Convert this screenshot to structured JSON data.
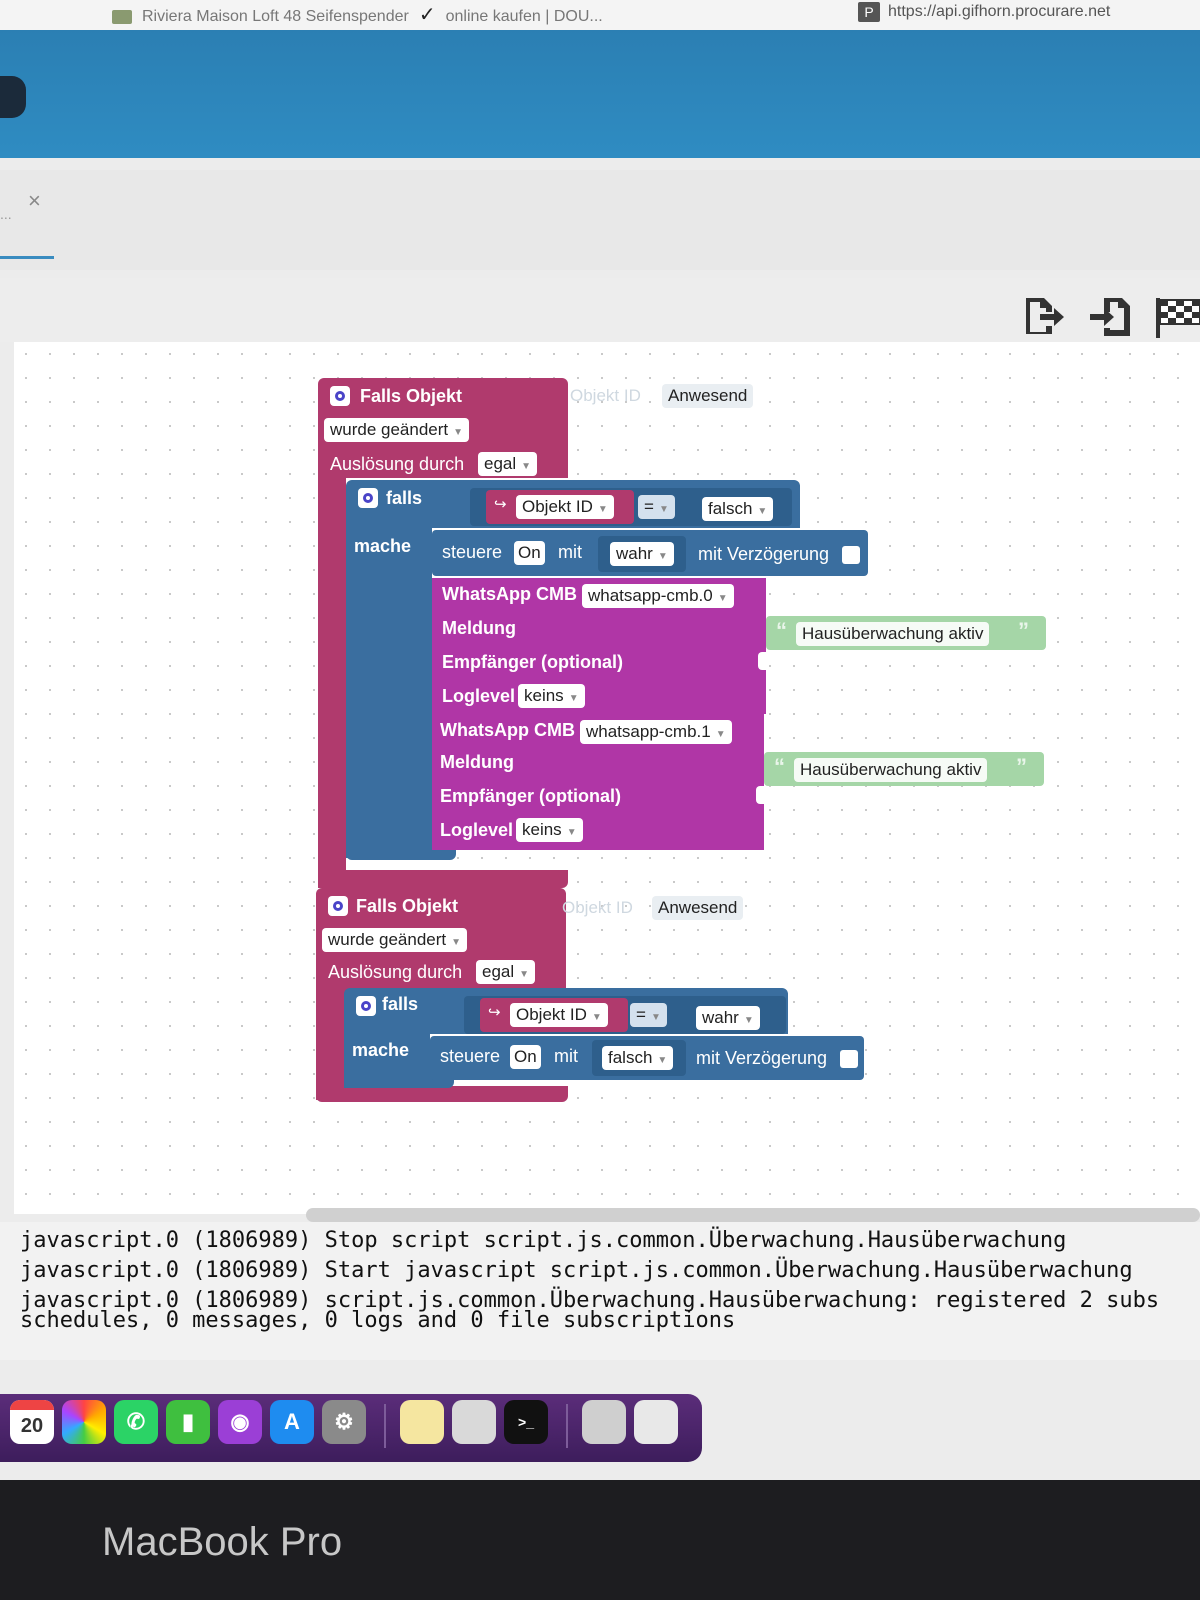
{
  "browser": {
    "tab_left": "Riviera Maison Loft 48 Seifenspender",
    "tab_left_suffix": "online kaufen | DOU...",
    "tab_right_icon_letter": "P",
    "tab_right_url": "https://api.gifhorn.procurare.net"
  },
  "panel": {
    "close_symbol": "×",
    "dots": "..."
  },
  "toolbar": {
    "icons": [
      "export-icon",
      "import-icon",
      "checkered-flag-icon"
    ]
  },
  "blocks": {
    "trigger1": {
      "title": "Falls Objekt",
      "objekt_id_placeholder": "Objekt ID",
      "objekt_value": "Anwesend",
      "changed": "wurde geändert",
      "ausloesung_label": "Auslösung durch",
      "ausloesung_value": "egal",
      "if_label": "falls",
      "do_label": "mache",
      "cond_left": "Objekt ID",
      "operator": "=",
      "cond_right": "falsch",
      "control_label": "steuere",
      "control_value": "On",
      "with_label": "mit",
      "control_to": "wahr",
      "delay_label": "mit Verzögerung",
      "whatsapp": [
        {
          "label": "WhatsApp CMB",
          "instance": "whatsapp-cmb.0",
          "message_label": "Meldung",
          "message_text": "Hausüberwachung aktiv",
          "recipient_label": "Empfänger (optional)",
          "loglevel_label": "Loglevel",
          "loglevel_value": "keins"
        },
        {
          "label": "WhatsApp CMB",
          "instance": "whatsapp-cmb.1",
          "message_label": "Meldung",
          "message_text": "Hausüberwachung aktiv",
          "recipient_label": "Empfänger (optional)",
          "loglevel_label": "Loglevel",
          "loglevel_value": "keins"
        }
      ]
    },
    "trigger2": {
      "title": "Falls Objekt",
      "objekt_id_placeholder": "Objekt ID",
      "objekt_value": "Anwesend",
      "changed": "wurde geändert",
      "ausloesung_label": "Auslösung durch",
      "ausloesung_value": "egal",
      "if_label": "falls",
      "do_label": "mache",
      "cond_left": "Objekt ID",
      "operator": "=",
      "cond_right": "wahr",
      "control_label": "steuere",
      "control_value": "On",
      "with_label": "mit",
      "control_to": "falsch",
      "delay_label": "mit Verzögerung"
    }
  },
  "log": {
    "lines": [
      "javascript.0 (1806989) Stop script script.js.common.Überwachung.Hausüberwachung",
      "javascript.0 (1806989) Start javascript script.js.common.Überwachung.Hausüberwachung",
      "javascript.0 (1806989) script.js.common.Überwachung.Hausüberwachung: registered 2 subs"
    ],
    "continuation": "schedules, 0 messages, 0 logs and 0 file subscriptions"
  },
  "dock": {
    "calendar_day": "20",
    "icons": [
      "calendar-icon",
      "photos-icon",
      "whatsapp-icon",
      "numbers-icon",
      "podcasts-icon",
      "app-store-icon",
      "system-settings-icon",
      "notes-icon",
      "preview-icon",
      "terminal-icon",
      "downloads-icon",
      "trash-icon"
    ]
  },
  "device": {
    "label": "MacBook Pro"
  },
  "colors": {
    "trigger_pink": "#b03a6d",
    "logic_blue": "#3a6e9f",
    "whatsapp_magenta": "#b036a6",
    "text_green": "#a5d6a7",
    "appbar_blue": "#2f8cc2"
  }
}
